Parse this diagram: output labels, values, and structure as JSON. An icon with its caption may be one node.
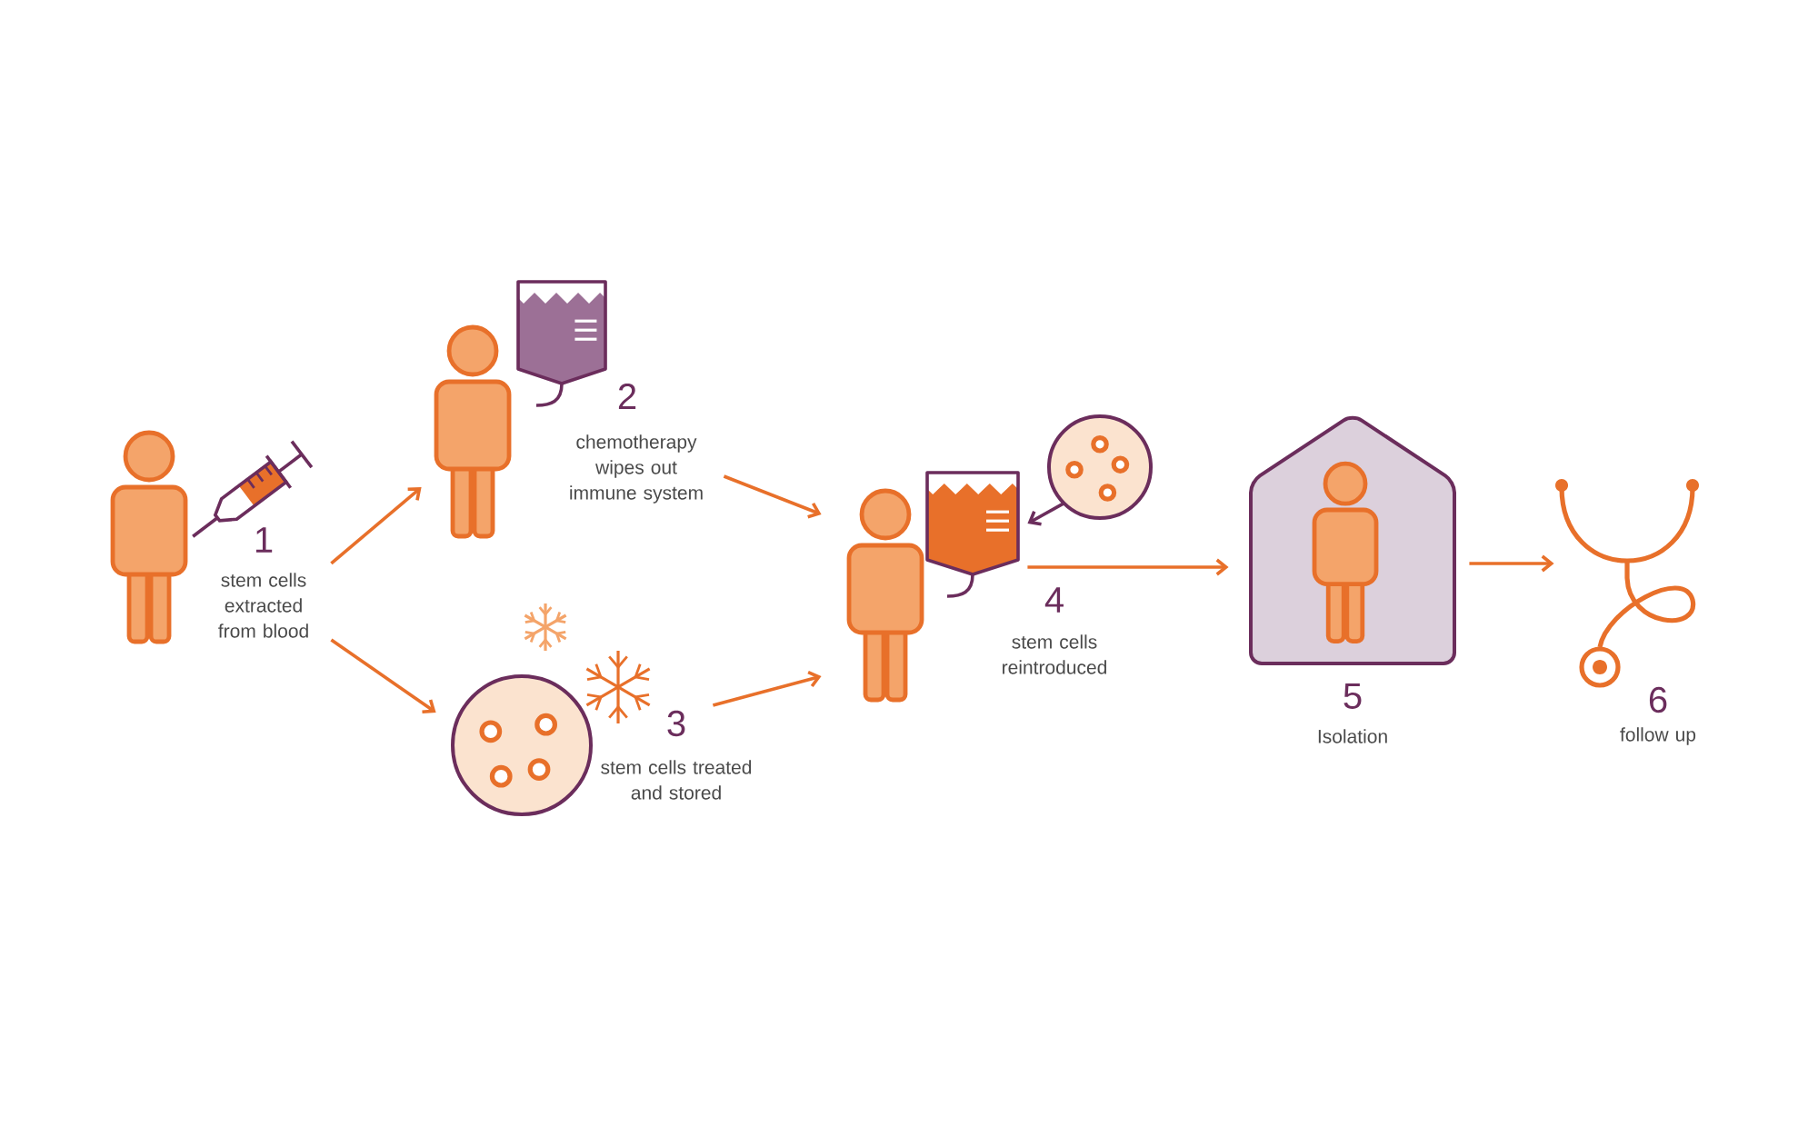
{
  "diagram": {
    "nodes": [
      {
        "text": [
          "1",
          "stem cells extracted from blood"
        ]
      },
      {
        "text": [
          "2",
          "chemotherapy wipes out immune system"
        ]
      },
      {
        "text": [
          "3",
          "stem cells treated and stored"
        ]
      },
      {
        "text": [],
        "shape": "picture",
        "beside": [
          "4",
          "stem cells reintroduced"
        ]
      },
      {
        "text": [],
        "shape": "picture"
      },
      {
        "text": [],
        "shape": "picture",
        "beside": [
          "5",
          "Isolation"
        ]
      },
      {
        "text": [],
        "shape": "picture",
        "beside": [
          "6",
          "follow up"
        ]
      }
    ],
    "edges": [
      {
        "from": 0,
        "to": 1,
        "arrow": "to"
      },
      {
        "from": 0,
        "to": 2,
        "arrow": "to"
      },
      {
        "from": 1,
        "to": 3,
        "arrow": "to"
      },
      {
        "from": 2,
        "to": 3,
        "arrow": "to"
      },
      {
        "from": 4,
        "to": 3,
        "arrow": "to",
        "color": "#6b2d5c"
      },
      {
        "from": 3,
        "to": 5,
        "arrow": "to"
      },
      {
        "from": 5,
        "to": 6,
        "arrow": "to"
      }
    ]
  }
}
